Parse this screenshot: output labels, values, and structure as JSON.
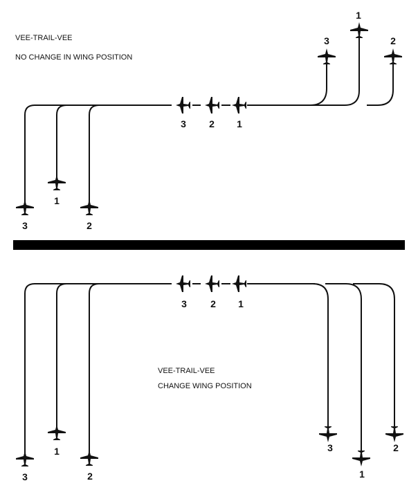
{
  "top_panel": {
    "title": "VEE-TRAIL-VEE",
    "subtitle": "NO CHANGE IN WING POSITION",
    "trail_labels": [
      "3",
      "2",
      "1"
    ],
    "left_vee_labels": [
      "3",
      "1",
      "2"
    ],
    "right_vee_labels": [
      "3",
      "1",
      "2"
    ]
  },
  "bottom_panel": {
    "title": "VEE-TRAIL-VEE",
    "subtitle": "CHANGE WING POSITION",
    "trail_labels": [
      "3",
      "2",
      "1"
    ],
    "left_vee_labels": [
      "3",
      "1",
      "2"
    ],
    "right_vee_labels": [
      "3",
      "1",
      "2"
    ]
  },
  "colors": {
    "ink": "#111111",
    "divider": "#000000",
    "background": "#ffffff"
  }
}
